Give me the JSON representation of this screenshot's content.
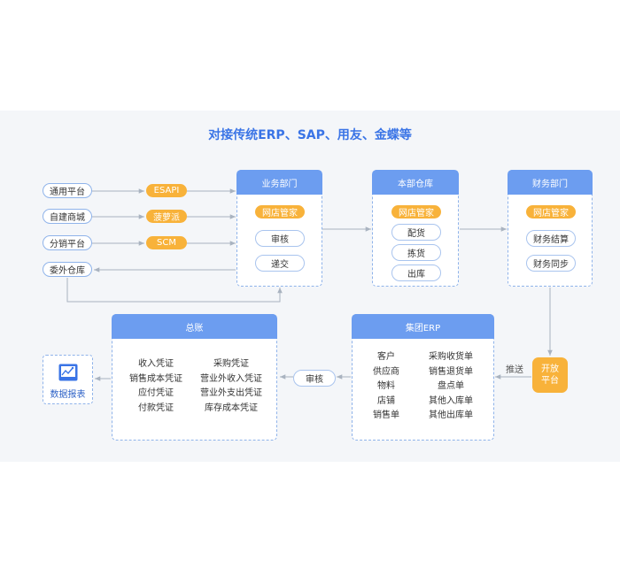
{
  "title": "对接传统ERP、SAP、用友、金蝶等",
  "sources": [
    "通用平台",
    "自建商城",
    "分销平台",
    "委外仓库"
  ],
  "apis": [
    "ESAPI",
    "菠萝派",
    "SCM"
  ],
  "business": {
    "title": "业务部门",
    "tag": "网店管家",
    "items": [
      "审核",
      "递交"
    ]
  },
  "warehouse": {
    "title": "本部仓库",
    "tag": "网店管家",
    "items": [
      "配货",
      "拣货",
      "出库"
    ]
  },
  "finance": {
    "title": "财务部门",
    "tag": "网店管家",
    "items": [
      "财务结算",
      "财务同步"
    ]
  },
  "open_platform": {
    "line1": "开放",
    "line2": "平台"
  },
  "push_label": "推送",
  "erp": {
    "title": "集团ERP",
    "left": [
      "客户",
      "供应商",
      "物料",
      "店铺",
      "销售单"
    ],
    "right": [
      "采购收货单",
      "销售退货单",
      "盘点单",
      "其他入库单",
      "其他出库单"
    ]
  },
  "audit_label": "审核",
  "ledger": {
    "title": "总账",
    "left": [
      "收入凭证",
      "销售成本凭证",
      "应付凭证",
      "付款凭证"
    ],
    "right": [
      "采购凭证",
      "营业外收入凭证",
      "营业外支出凭证",
      "库存成本凭证"
    ]
  },
  "report": {
    "label": "数据报表",
    "icon": "report-chart-icon"
  },
  "colors": {
    "primary": "#3a74e6",
    "header": "#6c9df0",
    "accent": "#f8b23a",
    "line": "#a9b3c0"
  }
}
